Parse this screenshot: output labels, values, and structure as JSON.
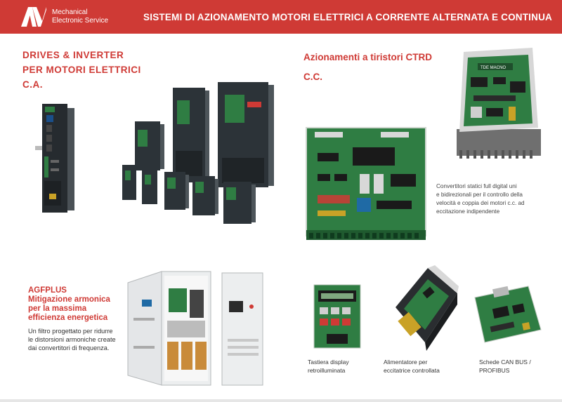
{
  "header": {
    "logo_mark": "AV",
    "brand_line1": "Mechanical",
    "brand_line2": "Electronic Service",
    "title": "SISTEMI DI AZIONAMENTO MOTORI ELETTRICI  A CORRENTE ALTERNATA E CONTINUA",
    "bg_color": "#cf3a35"
  },
  "drives": {
    "title_line1": "DRIVES & INVERTER",
    "title_line2": "PER MOTORI ELETTRICI",
    "title_line3": "C.A."
  },
  "ctrd": {
    "title_line1": "Azionamenti a tiristori CTRD",
    "title_line2": "C.C.",
    "desc_line1": "Convertitori statici full digital uni",
    "desc_line2": "e bidirezionali per il controllo della",
    "desc_line3": "velocità e coppia dei motori c.c. ad",
    "desc_line4": "eccitazione indipendente",
    "board_brand": "TDE MACNO"
  },
  "agfplus": {
    "title_line1": "AGFPLUS",
    "title_line2": "Mitigazione armonica",
    "title_line3": "per la massima",
    "title_line4": "efficienza energetica",
    "desc_line1": "Un filtro progettato per ridurre",
    "desc_line2": "le distorsioni armoniche create",
    "desc_line3": "dai convertitori di frequenza."
  },
  "accessories": {
    "keypad_line1": "Tastiera display",
    "keypad_line2": "retroilluminata",
    "psu_line1": "Alimentatore per",
    "psu_line2": "eccitatrice controllata",
    "canbus_line1": "Schede CAN BUS /",
    "canbus_line2": "PROFIBUS"
  },
  "colors": {
    "accent": "#cf3a35",
    "pcb_green": "#2f7d43",
    "drive_dark": "#2c3338"
  }
}
